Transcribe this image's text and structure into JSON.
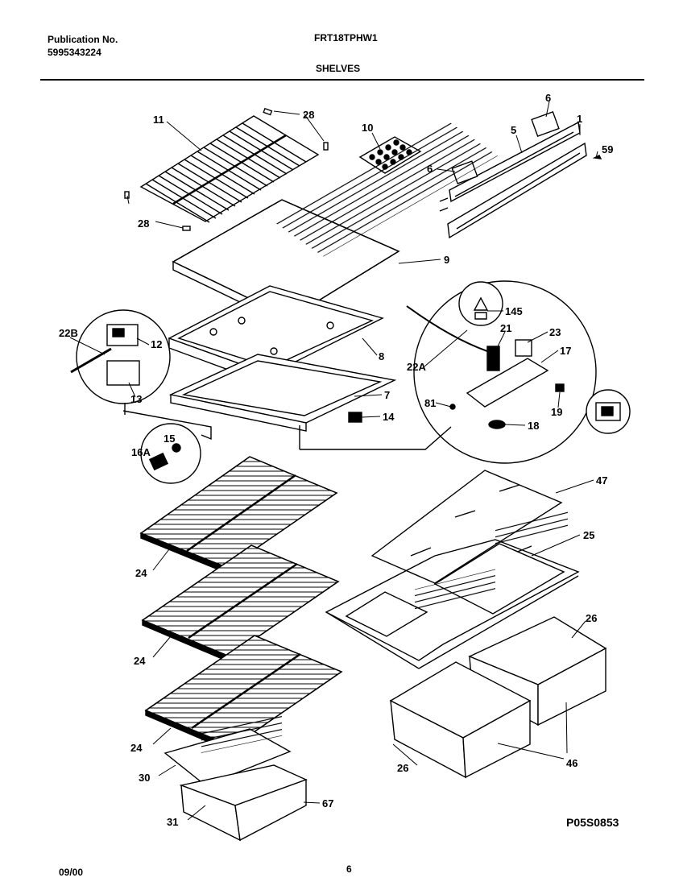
{
  "header": {
    "publication_label": "Publication No.",
    "publication_number": "5995343224",
    "model": "FRT18TPHW1",
    "section": "SHELVES"
  },
  "diagram_code": "P05S0853",
  "footer": {
    "date": "09/00",
    "page": "6"
  },
  "part_labels": {
    "p1": "1",
    "p5": "5",
    "p6a": "6",
    "p6b": "6",
    "p59": "59",
    "p10": "10",
    "p11": "11",
    "p28a": "28",
    "p28b": "28",
    "p9": "9",
    "p8": "8",
    "p7": "7",
    "p14": "14",
    "p22b": "22B",
    "p12": "12",
    "p13": "13",
    "p15": "15",
    "p16a": "16A",
    "p145": "145",
    "p21": "21",
    "p23": "23",
    "p17": "17",
    "p22a": "22A",
    "p81": "81",
    "p19": "19",
    "p18": "18",
    "p47": "47",
    "p25": "25",
    "p24a": "24",
    "p24b": "24",
    "p24c": "24",
    "p26a": "26",
    "p26b": "26",
    "p46": "46",
    "p30": "30",
    "p31": "31",
    "p67": "67"
  }
}
